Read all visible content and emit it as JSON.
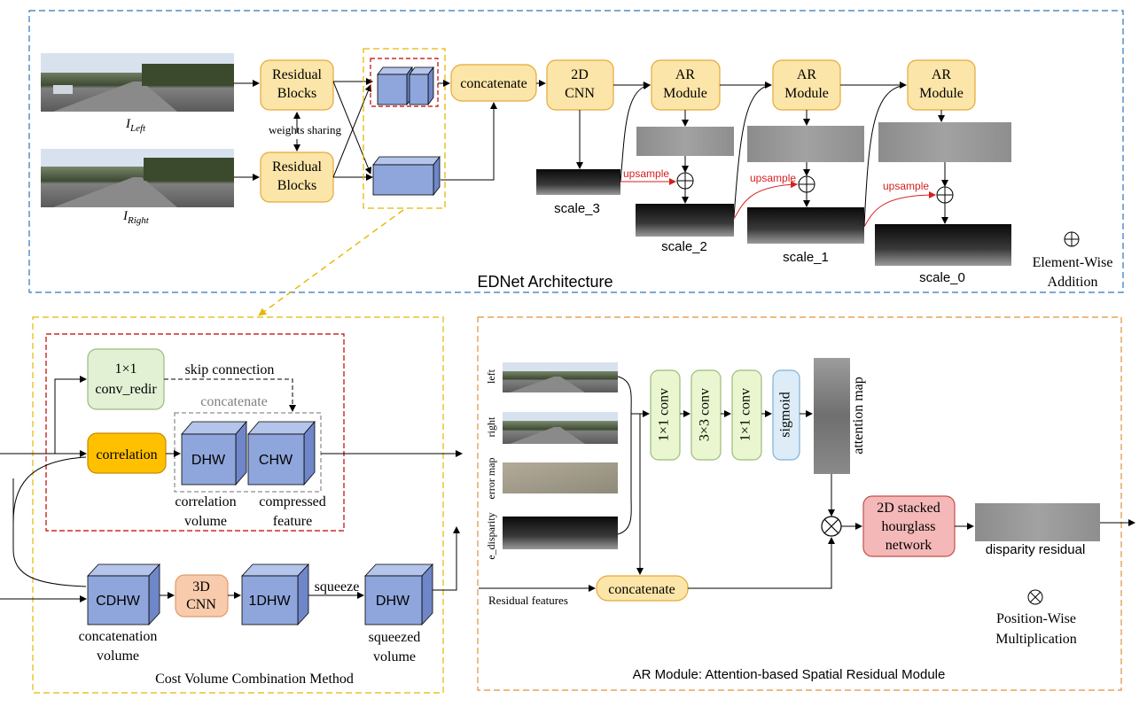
{
  "top": {
    "title": "EDNet Architecture",
    "image_labels": {
      "left_main": "I",
      "left_sub": "Left",
      "right_main": "I",
      "right_sub": "Right"
    },
    "residual_blocks_top": [
      "Residual",
      "Blocks"
    ],
    "residual_blocks_bottom": [
      "Residual",
      "Blocks"
    ],
    "weights_sharing": "weights sharing",
    "concatenate": "concatenate",
    "cnn2d": [
      "2D",
      "CNN"
    ],
    "ar_module": [
      "AR",
      "Module"
    ],
    "upsample": "upsample",
    "scales": [
      "scale_3",
      "scale_2",
      "scale_1",
      "scale_0"
    ],
    "legend_add": [
      "Element-Wise",
      "Addition"
    ]
  },
  "cost_volume": {
    "title": "Cost Volume Combination Method",
    "conv_redir": [
      "1×1",
      "conv_redir"
    ],
    "skip_connection": "skip connection",
    "concatenate": "concatenate",
    "correlation": "correlation",
    "dhw": "DHW",
    "chw": "CHW",
    "correlation_volume": [
      "correlation",
      "volume"
    ],
    "compressed_feature": [
      "compressed",
      "feature"
    ],
    "cdhw": "CDHW",
    "cnn3d": [
      "3D",
      "CNN"
    ],
    "one_dhw": "1DHW",
    "squeeze": "squeeze",
    "dhw2": "DHW",
    "concatenation_volume": [
      "concatenation",
      "volume"
    ],
    "squeezed_volume": [
      "squeezed",
      "volume"
    ]
  },
  "ar": {
    "title": "AR Module: Attention-based Spatial Residual Module",
    "inputs": [
      "left",
      "right",
      "error map",
      "e_disparity"
    ],
    "convs": [
      "1×1 conv",
      "3×3 conv",
      "1×1 conv"
    ],
    "sigmoid": "sigmoid",
    "attention_map": "attention map",
    "hourglass": [
      "2D stacked",
      "hourglass",
      "network"
    ],
    "disparity_residual": "disparity residual",
    "concatenate": "concatenate",
    "residual_features": "Residual features",
    "legend_mul": [
      "Position-Wise",
      "Multiplication"
    ]
  },
  "colors": {
    "yellow_box": "#fce5a8",
    "yellow_border": "#e5a93a",
    "blue_block": "#8fa6dc",
    "green_box": "#e2f0d4",
    "orange_box": "#ffc000",
    "peach_box": "#f8cbad",
    "red_box": "#f4b8b8",
    "sigmoid_box": "#ddecf7",
    "conv_box": "#eaf6cf",
    "top_dash": "#2e75b6",
    "inner_dash": "#c00000",
    "gold_dash": "#e5b800",
    "orange_dash": "#e2913c",
    "upsample_red": "#d62020"
  }
}
